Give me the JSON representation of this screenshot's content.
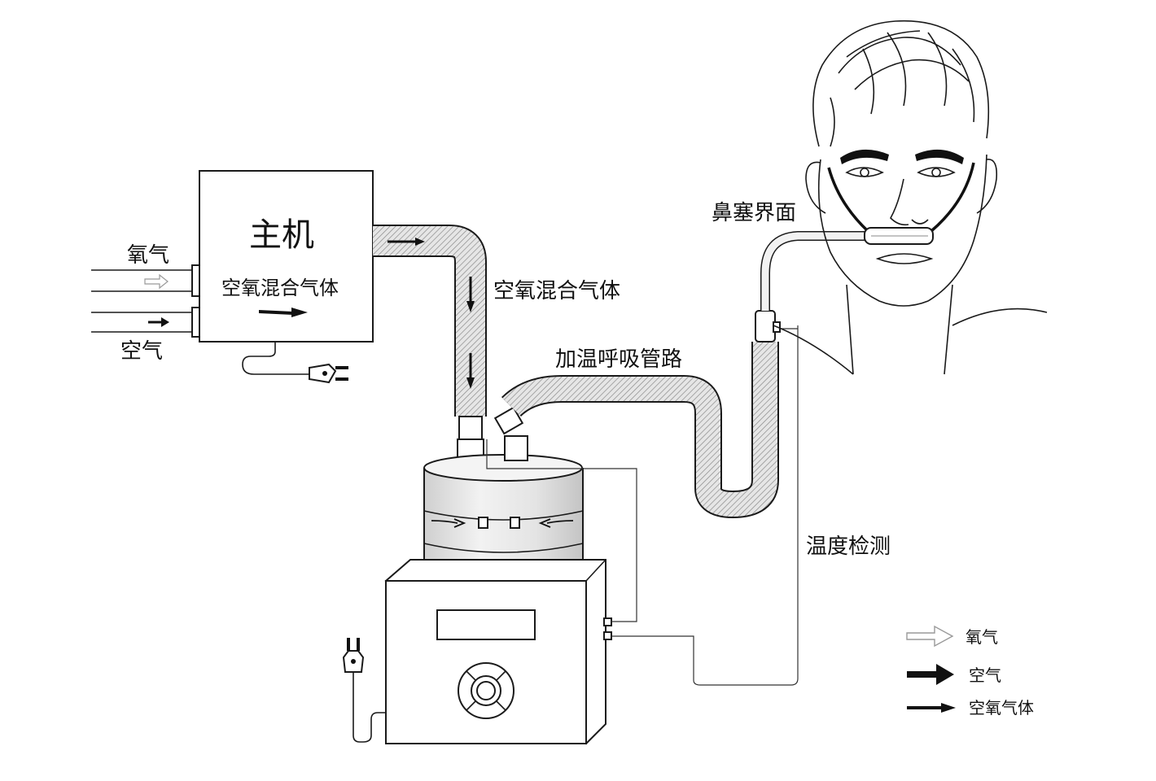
{
  "host_unit": {
    "title": "主机",
    "mix_label": "空氧混合气体",
    "input_oxygen": "氧气",
    "input_air": "空气"
  },
  "tube_labels": {
    "mixed_gas": "空氧混合气体",
    "heated_circuit": "加温呼吸管路",
    "nasal_interface": "鼻塞界面",
    "temperature_sensing": "温度检测"
  },
  "legend": {
    "items": [
      {
        "label": "氧气",
        "arrow": "hollow-arrow-icon"
      },
      {
        "label": "空气",
        "arrow": "bold-arrow-icon"
      },
      {
        "label": "空氧气体",
        "arrow": "thin-arrow-icon"
      }
    ]
  },
  "colors": {
    "line": "#1a1a1a",
    "tube_fill": "#d9d9d9",
    "background": "#ffffff"
  }
}
